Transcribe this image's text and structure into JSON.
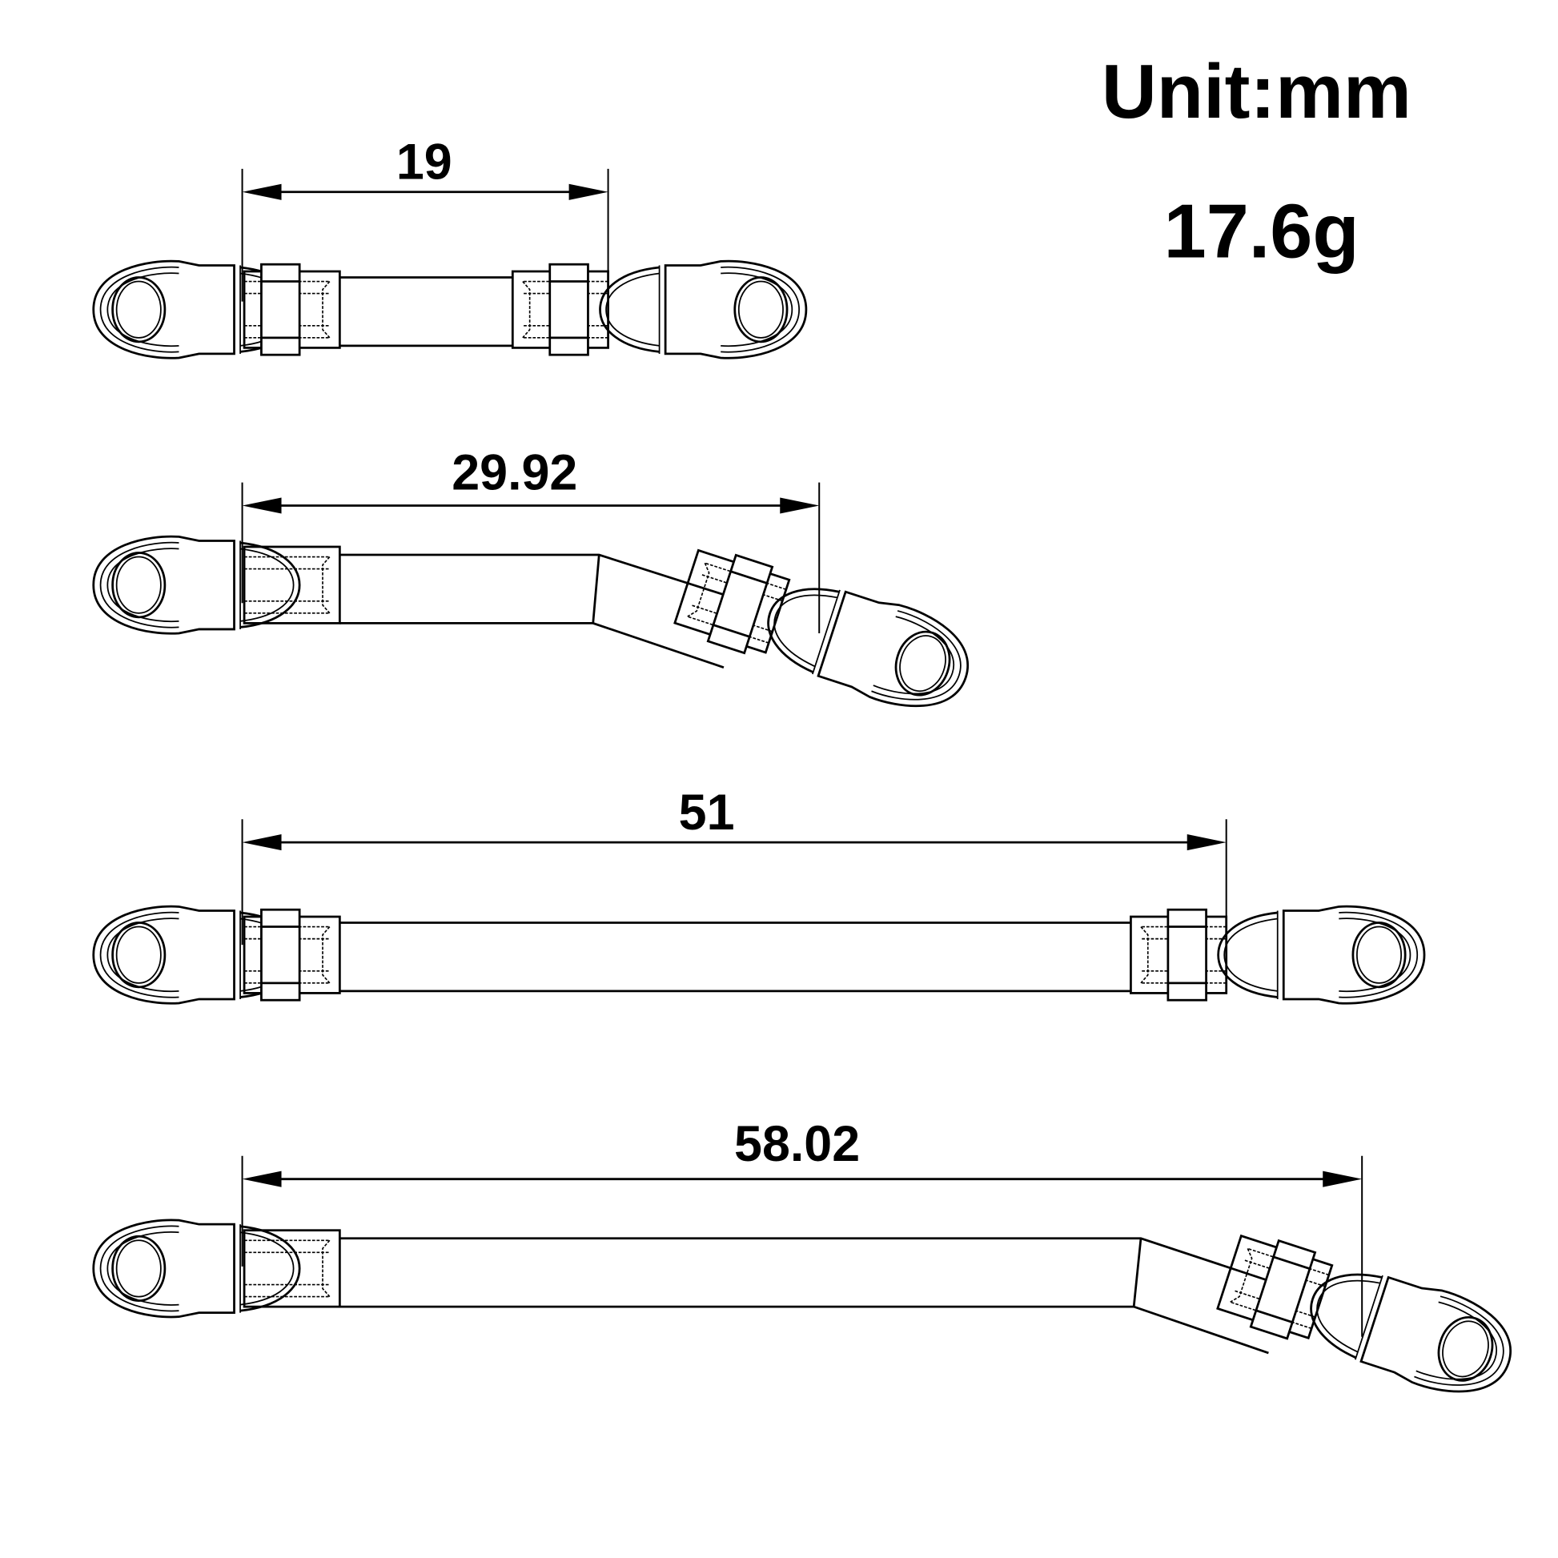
{
  "header": {
    "unit_label": "Unit:mm",
    "weight_label": "17.6g"
  },
  "linkages": [
    {
      "id": "link-1",
      "dimension_label": "19",
      "bent": false
    },
    {
      "id": "link-2",
      "dimension_label": "29.92",
      "bent": true
    },
    {
      "id": "link-3",
      "dimension_label": "51",
      "bent": false
    },
    {
      "id": "link-4",
      "dimension_label": "58.02",
      "bent": true
    }
  ],
  "colors": {
    "background": "#ffffff",
    "line": "#000000"
  }
}
